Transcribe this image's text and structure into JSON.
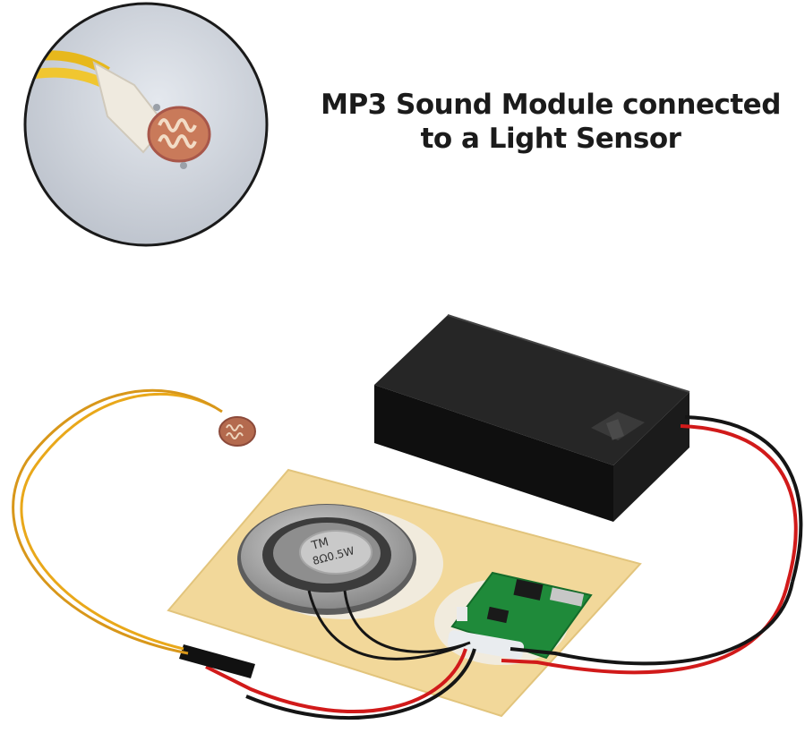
{
  "headline": {
    "line1": "MP3 Sound Module connected",
    "line2": "to a Light Sensor"
  },
  "speaker": {
    "label_line1": "TM",
    "label_line2": "8Ω0.5W"
  }
}
